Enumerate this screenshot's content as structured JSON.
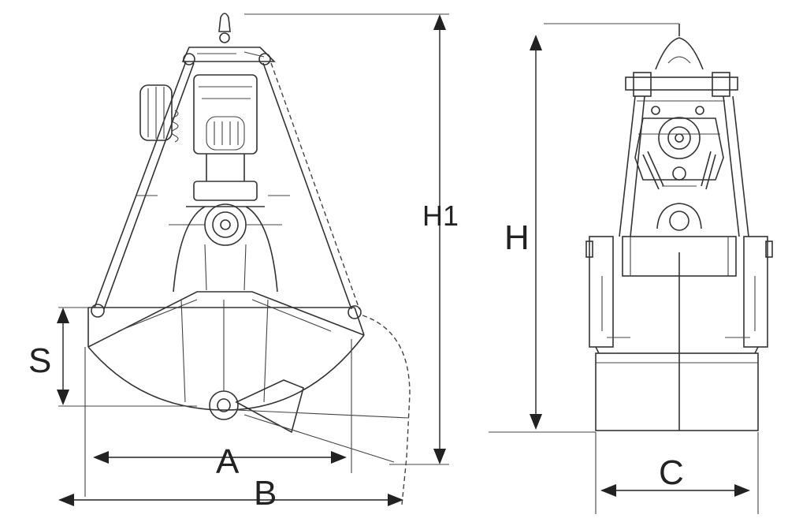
{
  "labels": {
    "H1": "H1",
    "H": "H",
    "S": "S",
    "A": "A",
    "B": "B",
    "C": "C"
  }
}
